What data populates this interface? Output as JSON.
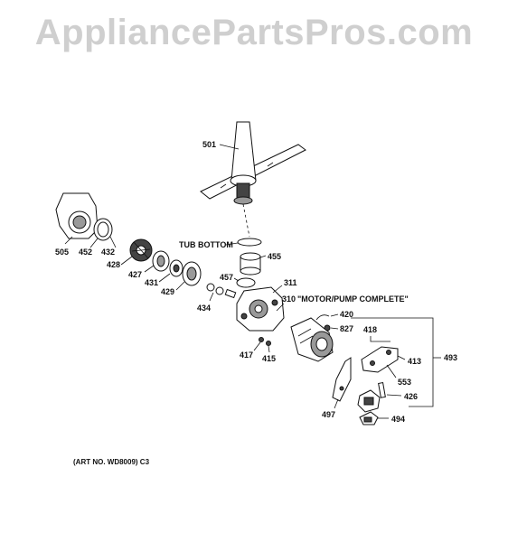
{
  "watermark": "AppliancePartsPros.com",
  "labels": {
    "p501": "501",
    "tub_bottom": "TUB BOTTOM",
    "p455": "455",
    "p505": "505",
    "p452": "452",
    "p432": "432",
    "p428": "428",
    "p427": "427",
    "p431": "431",
    "p429": "429",
    "p457": "457",
    "p311": "311",
    "p310": "310",
    "motor_pump": "\"MOTOR/PUMP COMPLETE\"",
    "p434": "434",
    "p420": "420",
    "p827": "827",
    "p418": "418",
    "p413": "413",
    "p493": "493",
    "p417": "417",
    "p415": "415",
    "p553": "553",
    "p426": "426",
    "p497": "497",
    "p494": "494"
  },
  "caption": "(ART NO. WD8009) C3"
}
